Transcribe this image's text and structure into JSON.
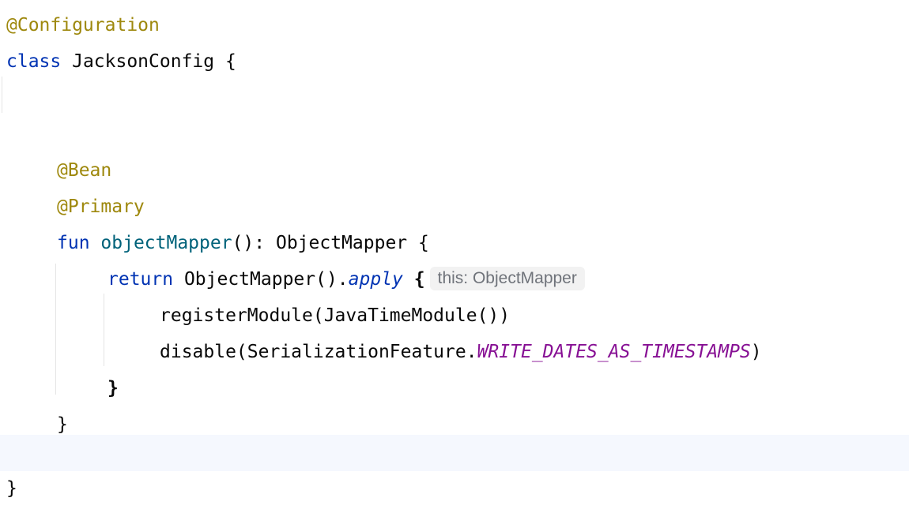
{
  "code": {
    "line1": {
      "annotation": "@Configuration"
    },
    "line2": {
      "keyword": "class",
      "rest": " JacksonConfig {"
    },
    "line5": {
      "annotation": "@Bean"
    },
    "line6": {
      "annotation": "@Primary"
    },
    "line7": {
      "keyword": "fun",
      "function_name": "objectMapper",
      "rest": "(): ObjectMapper {"
    },
    "line8": {
      "keyword": "return",
      "call": " ObjectMapper().",
      "apply": "apply",
      "brace": " {",
      "inlay_hint": "this: ObjectMapper"
    },
    "line9": {
      "text": "registerModule(JavaTimeModule())"
    },
    "line10": {
      "prefix": "disable(SerializationFeature.",
      "constant": "WRITE_DATES_AS_TIMESTAMPS",
      "suffix": ")"
    },
    "line11": {
      "text": "}"
    },
    "line12": {
      "text": "}"
    },
    "line14": {
      "text": "}"
    }
  },
  "colors": {
    "annotation": "#9e880d",
    "keyword": "#0033b3",
    "function": "#00627a",
    "constant": "#871094",
    "caret_line": "#f5f8fe"
  }
}
